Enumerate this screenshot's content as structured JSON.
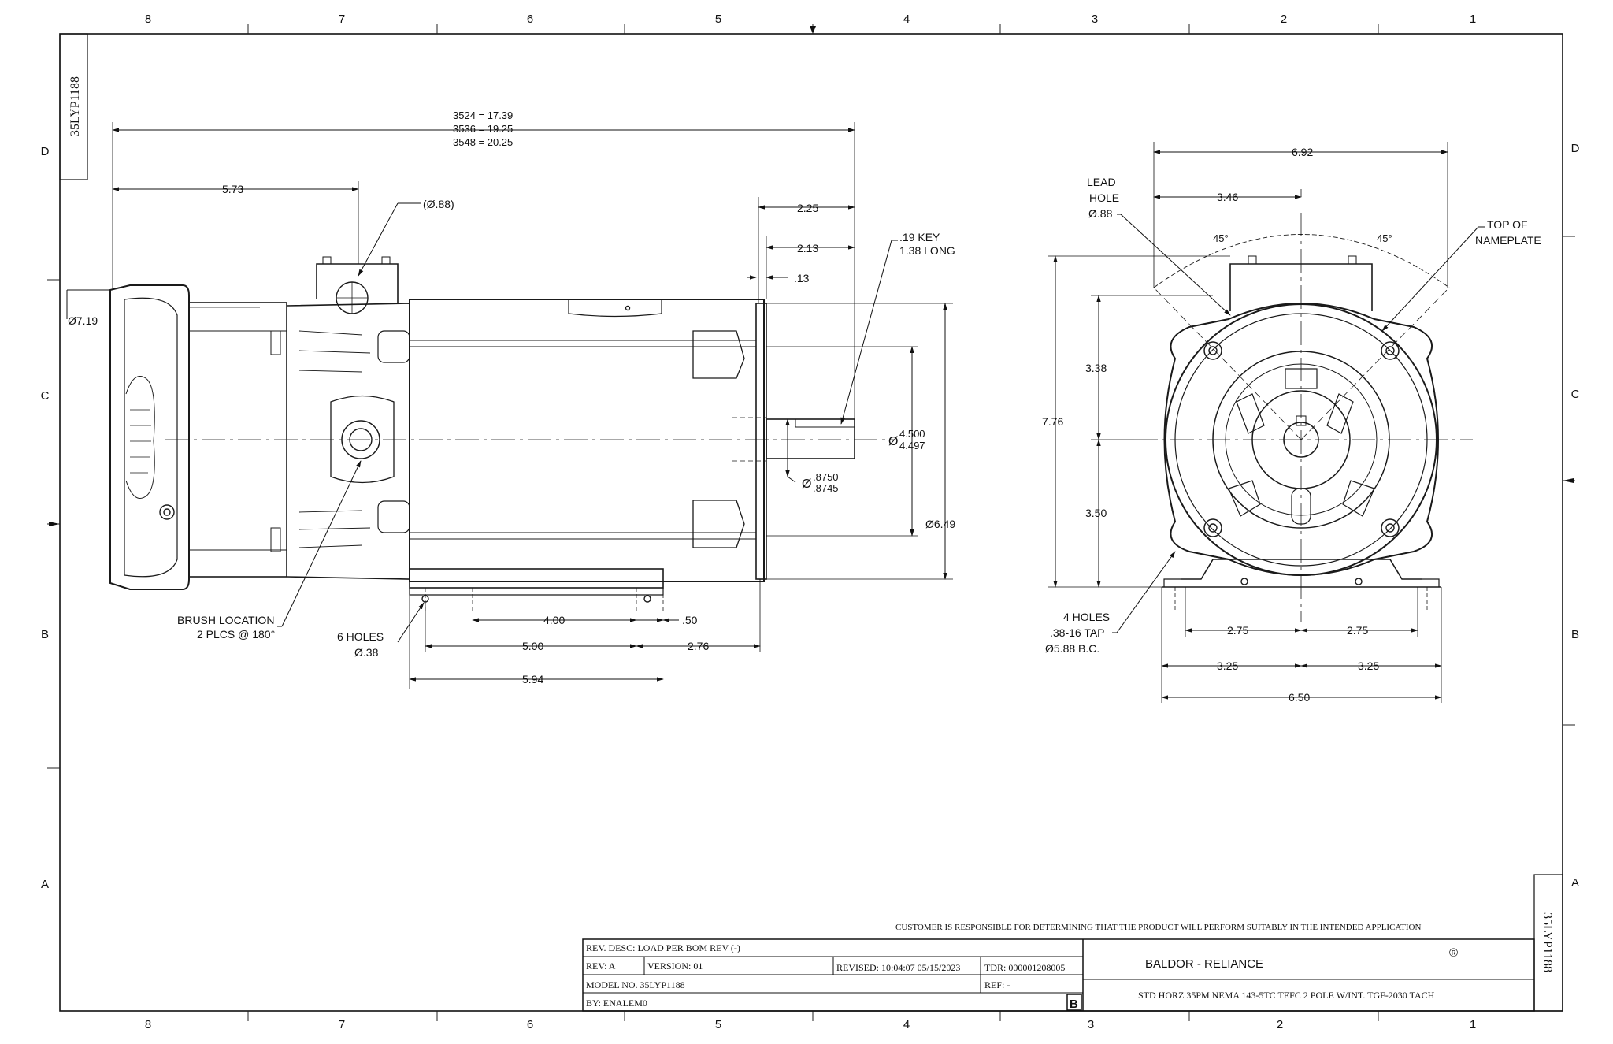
{
  "border": {
    "columns": [
      "8",
      "7",
      "6",
      "5",
      "4",
      "3",
      "2",
      "1"
    ],
    "rows": [
      "D",
      "C",
      "B",
      "A"
    ],
    "drawing_number": "35LYP1188"
  },
  "side_view": {
    "overall_length": {
      "line1": "3524 = 17.39",
      "line2": "3536 = 19.25",
      "line3": "3548 = 20.25"
    },
    "dim_573": "5.73",
    "lead_hole": "(Ø.88)",
    "dim_225": "2.25",
    "dim_213": "2.13",
    "dim_013": ".13",
    "key_line1": ".19 KEY",
    "key_line2": "1.38 LONG",
    "dia_719": "Ø7.19",
    "pilot_prefix": "Ø",
    "pilot_top": "4.500",
    "pilot_bottom": "4.497",
    "shaft_prefix": "Ø",
    "shaft_top": ".8750",
    "shaft_bottom": ".8745",
    "dia_649": "Ø6.49",
    "brush_line1": "BRUSH LOCATION",
    "brush_line2": "2 PLCS @ 180°",
    "holes_line1": "6 HOLES",
    "holes_line2": "Ø.38",
    "dim_400": "4.00",
    "dim_050": ".50",
    "dim_500": "5.00",
    "dim_276": "2.76",
    "dim_594": "5.94"
  },
  "end_view": {
    "lead_line1": "LEAD",
    "lead_line2": "HOLE",
    "lead_line3": "Ø.88",
    "dim_692": "6.92",
    "dim_346": "3.46",
    "angle_left": "45°",
    "angle_right": "45°",
    "nameplate_line1": "TOP OF",
    "nameplate_line2": "NAMEPLATE",
    "dim_338": "3.38",
    "dim_776": "7.76",
    "dim_350": "3.50",
    "holes_line1": "4 HOLES",
    "holes_line2": ".38-16 TAP",
    "holes_line3": "Ø5.88 B.C.",
    "dim_275_left": "2.75",
    "dim_275_right": "2.75",
    "dim_325_left": "3.25",
    "dim_325_right": "3.25",
    "dim_650": "6.50"
  },
  "title_block": {
    "customer_note": "CUSTOMER IS RESPONSIBLE FOR DETERMINING THAT THE PRODUCT WILL PERFORM SUITABLY IN THE INTENDED APPLICATION",
    "rev_desc": "REV. DESC: LOAD PER BOM REV (-)",
    "rev": "REV:  A",
    "version": "VERSION:  01",
    "revised": "REVISED:  10:04:07 05/15/2023",
    "tdr": "TDR: 000001208005",
    "model": "MODEL NO.  35LYP1188",
    "ref": "REF:  -",
    "by": "BY: ENALEM0",
    "size": "B",
    "company": "BALDOR - RELIANCE",
    "registered": "®",
    "description": "STD HORZ 35PM NEMA 143-5TC TEFC 2 POLE W/INT. TGF-2030 TACH"
  }
}
